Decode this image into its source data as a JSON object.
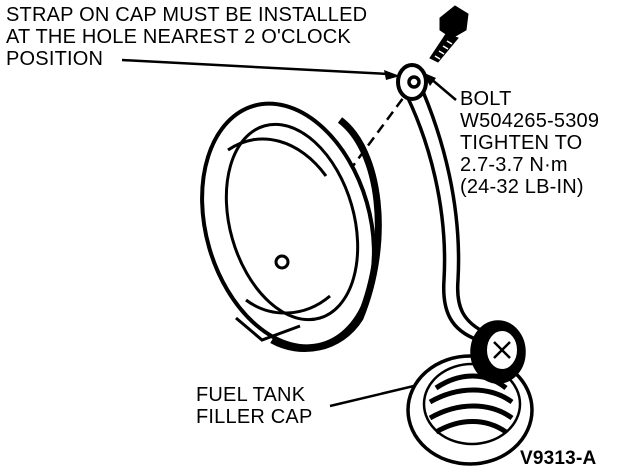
{
  "labels": {
    "strap_note": [
      "STRAP ON CAP MUST BE INSTALLED",
      "AT THE HOLE NEAREST 2 O'CLOCK",
      "POSITION"
    ],
    "bolt": [
      "BOLT",
      "W504265-5309",
      "TIGHTEN TO",
      "2.7-3.7 N·m",
      "(24-32 LB-IN)"
    ],
    "filler_cap": [
      "FUEL TANK",
      "FILLER CAP"
    ],
    "figure_code": "V9313-A"
  },
  "colors": {
    "ink": "#000000",
    "paper": "#ffffff"
  }
}
